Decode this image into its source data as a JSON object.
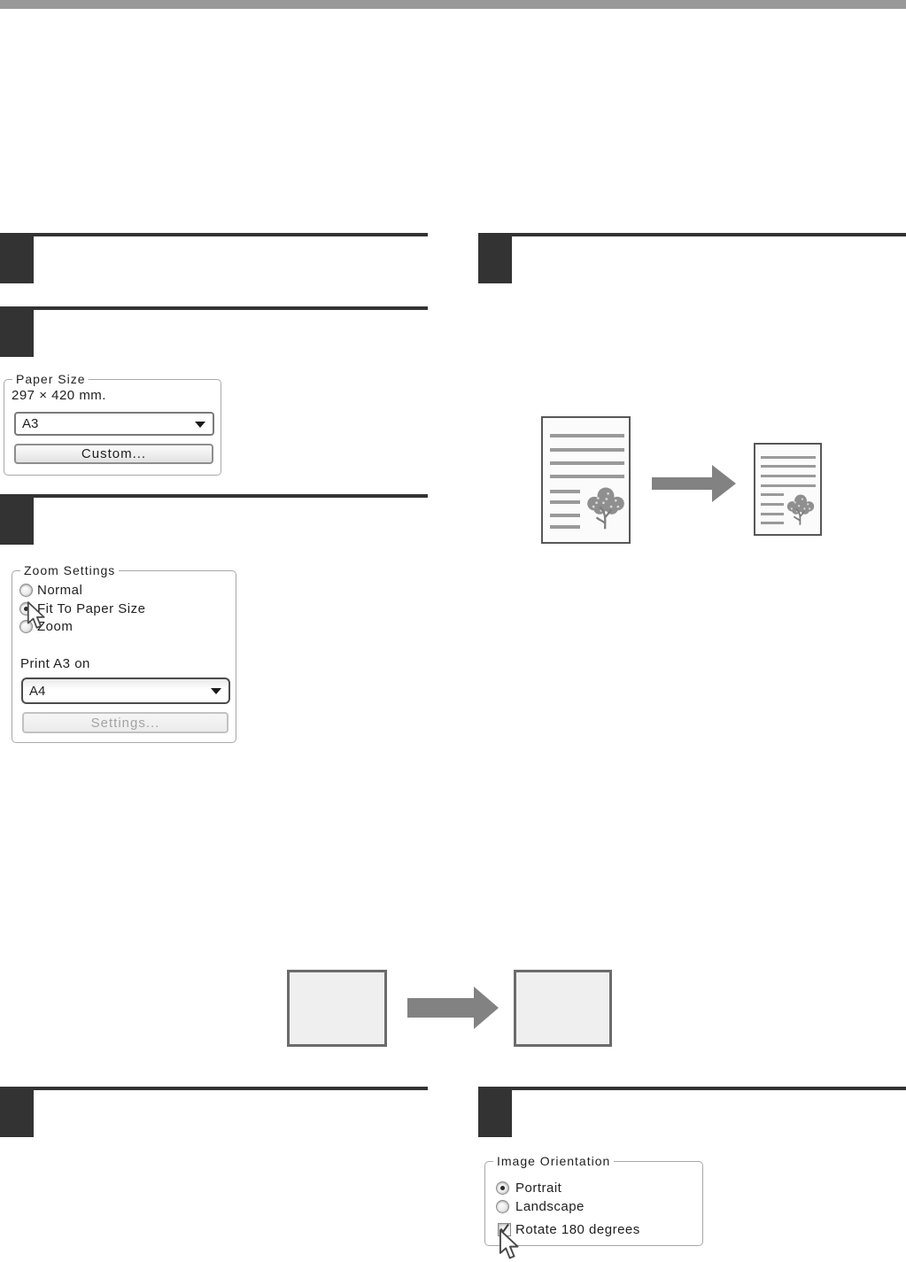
{
  "page": {
    "top_bar_color": "#999999",
    "step_marker_color": "#333333"
  },
  "paper_size_group": {
    "title": "Paper Size",
    "current_size_text": "297 × 420 mm.",
    "size_select_value": "A3",
    "custom_button_label": "Custom..."
  },
  "zoom_settings_group": {
    "title": "Zoom Settings",
    "radios": [
      {
        "label": "Normal",
        "selected": false
      },
      {
        "label": "Fit To Paper Size",
        "selected": true
      },
      {
        "label": "Zoom",
        "selected": false
      }
    ],
    "print_on_label": "Print A3 on",
    "paper_select_value": "A4",
    "settings_button_label": "Settings...",
    "settings_button_state": "disabled"
  },
  "image_orientation_group": {
    "title": "Image Orientation",
    "radios": [
      {
        "label": "Portrait",
        "selected": true
      },
      {
        "label": "Landscape",
        "selected": false
      }
    ],
    "rotate_checkbox_label": "Rotate 180 degrees",
    "rotate_checkbox_checked": true
  },
  "icons": {
    "dropdown_arrow": "down-triangle",
    "mouse_cursor": "arrow-pointer",
    "transform_arrow": "right-arrow",
    "checkmark": "check"
  }
}
